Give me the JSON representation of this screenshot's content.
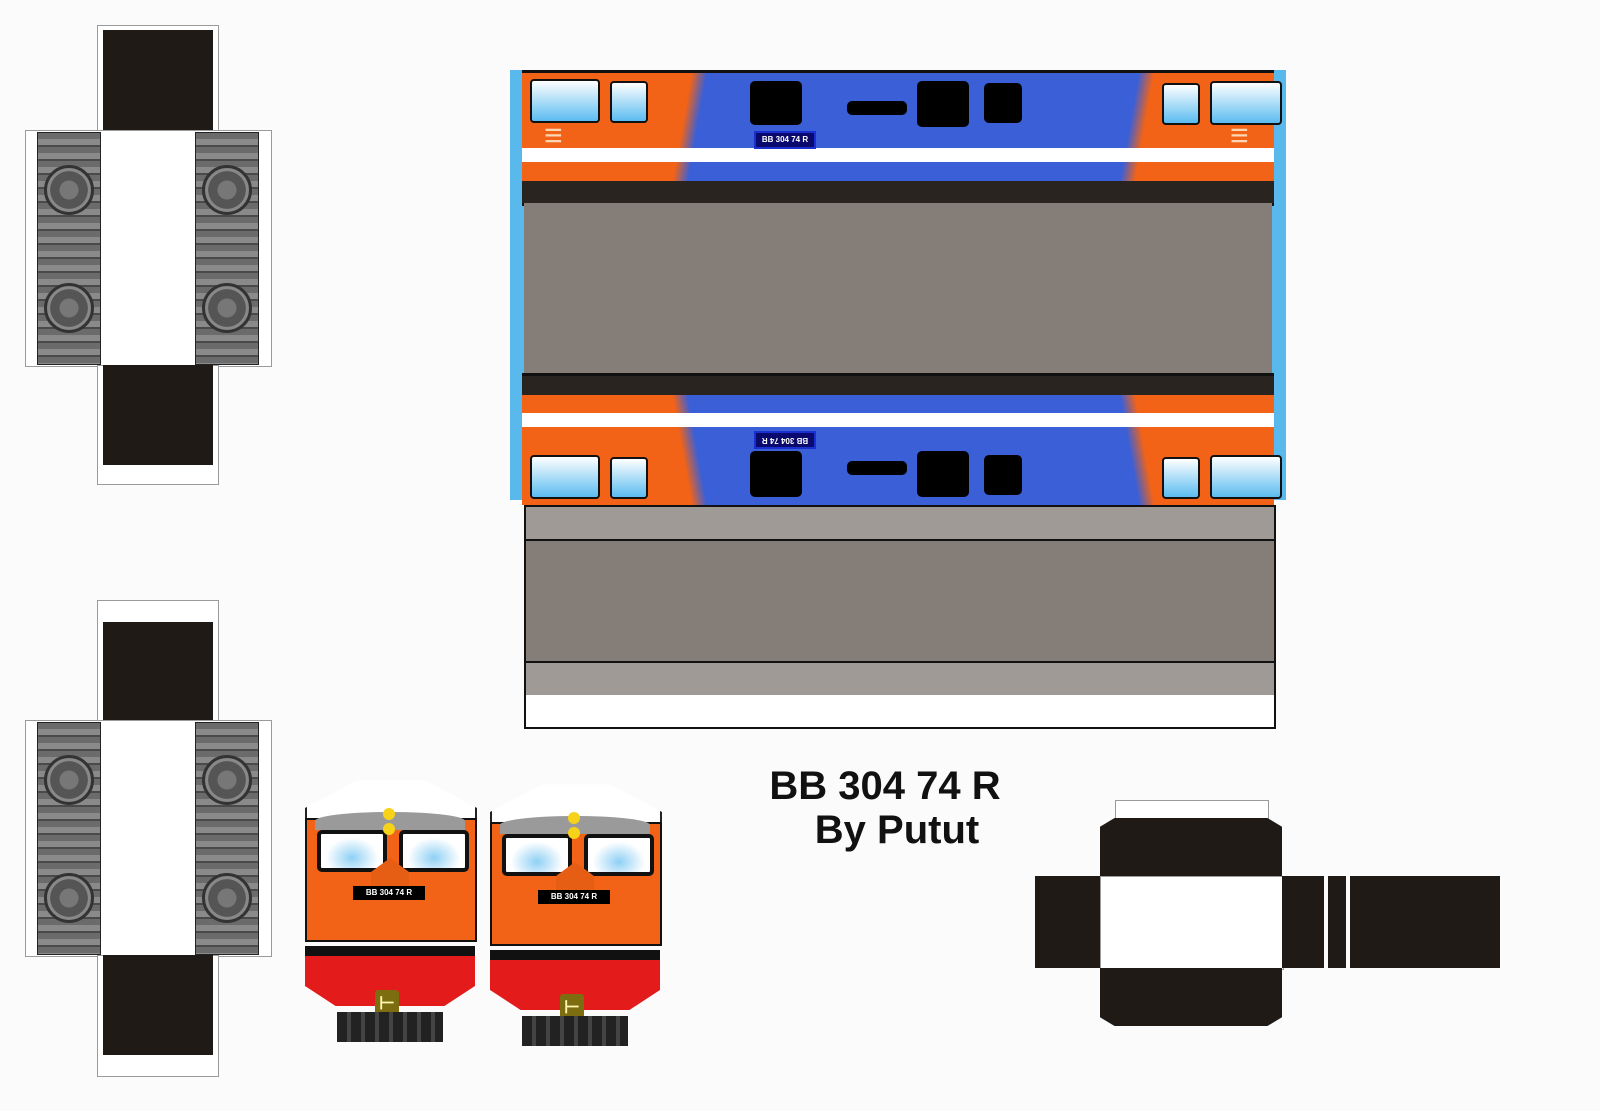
{
  "sheet": {
    "title_line1": "BB 304 74 R",
    "title_line2": "By Putut",
    "side_plate_top": "BB 304 74 R",
    "side_plate_bottom": "BB 304 74 R",
    "cab_plates": [
      "BB 304 74 R",
      "BB 304 74 R"
    ],
    "logo_glyph": "≡",
    "coupler_glyph": "⊢"
  },
  "colors": {
    "orange": "#f26317",
    "blue": "#3a5fd6",
    "white_stripe": "#ffffff",
    "frame_dark": "#2a2420",
    "roof_grey": "#857d78",
    "flap_blue": "#59b8ec",
    "pilot_red": "#e31b1b"
  },
  "parts": [
    {
      "name": "bogie-net-top-left"
    },
    {
      "name": "bogie-net-bottom-left"
    },
    {
      "name": "body-side-top"
    },
    {
      "name": "roof-panel"
    },
    {
      "name": "body-side-bottom"
    },
    {
      "name": "underframe-panel"
    },
    {
      "name": "cab-front-left"
    },
    {
      "name": "cab-front-right"
    },
    {
      "name": "fuel-tank-net"
    }
  ]
}
